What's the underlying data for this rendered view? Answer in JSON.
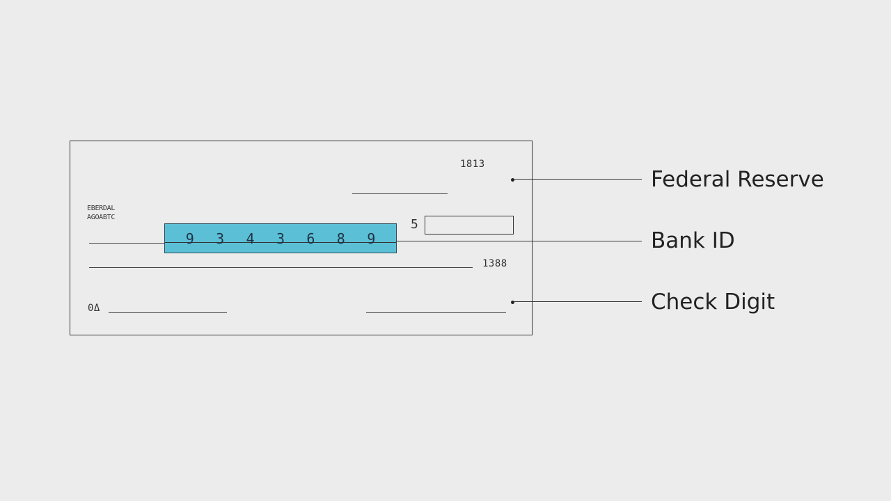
{
  "check": {
    "check_number": "1813",
    "bank_label_line1": "ЕВЕRDАL",
    "bank_label_line2": "АGОАВТС",
    "routing_digits": [
      "9",
      "3",
      "4",
      "3",
      "6",
      "8",
      "9"
    ],
    "amount_prefix": "5",
    "account_number": "1388",
    "memo_label": "0Δ"
  },
  "callouts": {
    "federal_reserve": "Federal Reserve",
    "bank_id": "Bank ID",
    "check_digit": "Check Digit"
  },
  "colors": {
    "background": "#ececec",
    "routing_highlight": "#5bbfd6",
    "ink": "#333333"
  }
}
